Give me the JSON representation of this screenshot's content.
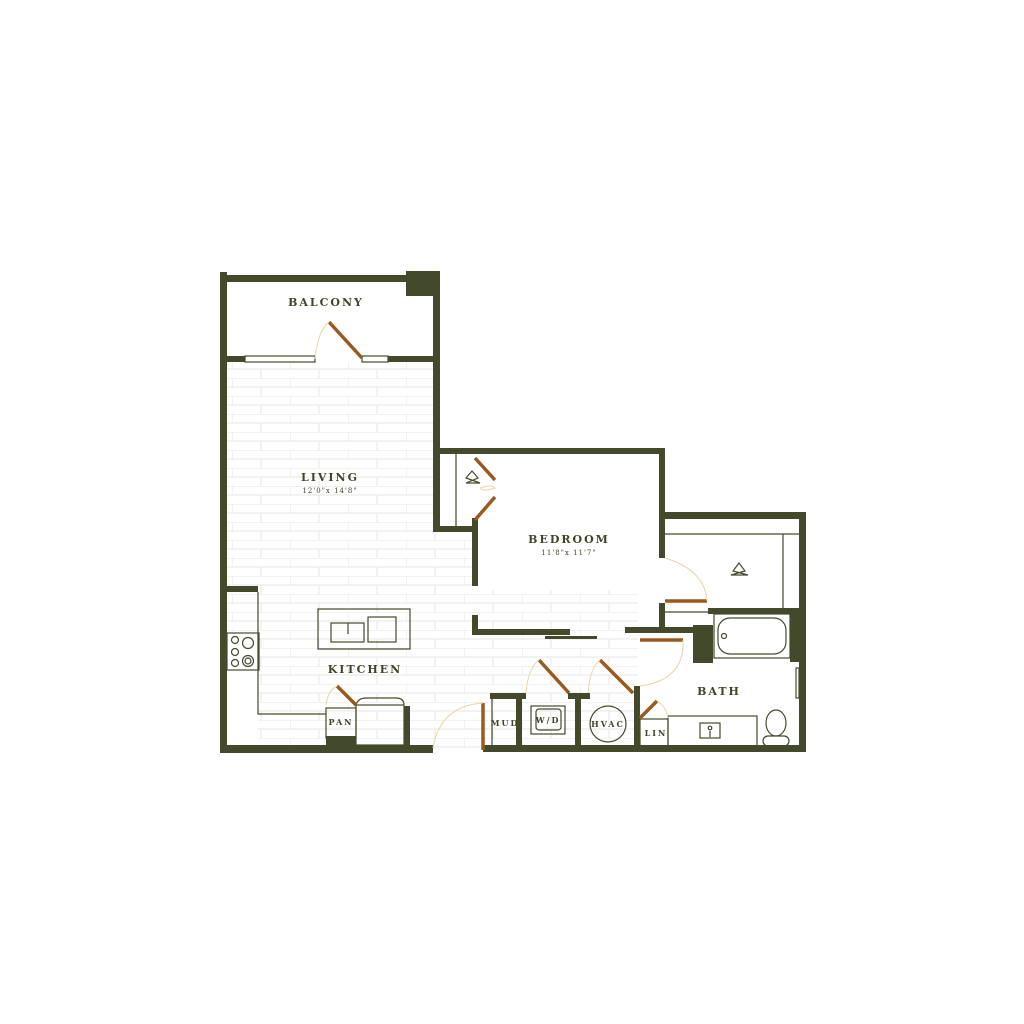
{
  "plan": {
    "rooms": {
      "balcony": "BALCONY",
      "living": "LIVING",
      "living_dims": "12'0\"x 14'8\"",
      "bedroom": "BEDROOM",
      "bedroom_dims": "11'8\"x 11'7\"",
      "kitchen": "KITCHEN",
      "bath": "BATH",
      "pantry": "PAN",
      "mud": "MUD",
      "washer_dryer": "W/D",
      "hvac": "HVAC",
      "linen": "LIN"
    },
    "colors": {
      "wall": "#434a2b",
      "door": "#9a5a1e",
      "swing": "#edd3a8"
    }
  }
}
